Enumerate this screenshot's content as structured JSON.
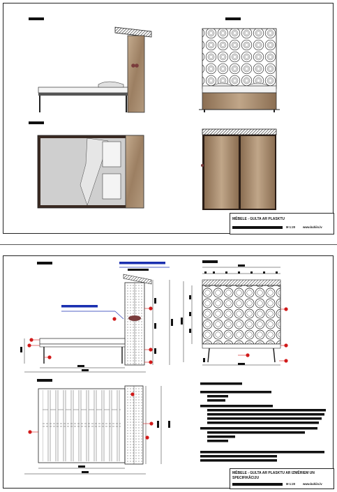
{
  "sheet1": {
    "title": "MĒBELE - GULTA AR PLASKTU",
    "scale": "M 1:20",
    "website": "www.kuhiin.lv"
  },
  "sheet2": {
    "title": "MĒBELE - GULTA AR PLASKTU AR IZMĒRIEM UN",
    "title_line2": "SPECIFIKĀCIJU",
    "scale": "M 1:20",
    "website": "www.kuhiin.lv"
  },
  "colors": {
    "wood": "#a08468",
    "wood_dark": "#7a6248",
    "linen": "#d2d2d2",
    "frame": "#3a2a22",
    "callout": "#d11a1a",
    "accent_line": "#1a2fb0"
  }
}
